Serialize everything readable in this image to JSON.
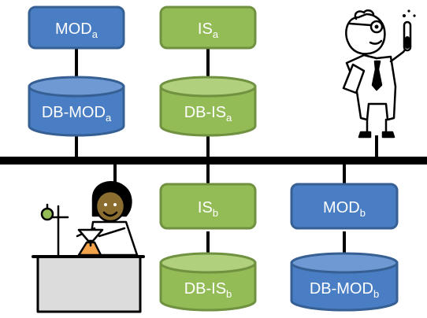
{
  "colors": {
    "blue_fill": "#4a7ec4",
    "blue_stroke": "#365f94",
    "green_fill": "#93bc57",
    "green_stroke": "#6f9140",
    "bus": "#000000",
    "label_text": "#ffffff"
  },
  "nodes": {
    "mod_a": {
      "base": "MOD",
      "sub": "a"
    },
    "is_a": {
      "base": "IS",
      "sub": "a"
    },
    "db_mod_a": {
      "base": "DB-MOD",
      "sub": "a"
    },
    "db_is_a": {
      "base": "DB-IS",
      "sub": "a"
    },
    "is_b": {
      "base": "IS",
      "sub": "b"
    },
    "mod_b": {
      "base": "MOD",
      "sub": "b"
    },
    "db_is_b": {
      "base": "DB-IS",
      "sub": "b"
    },
    "db_mod_b": {
      "base": "DB-MOD",
      "sub": "b"
    }
  },
  "figures": {
    "scientist_icon": "scientist-with-test-tube",
    "lab_worker_icon": "lab-worker-with-flask"
  }
}
